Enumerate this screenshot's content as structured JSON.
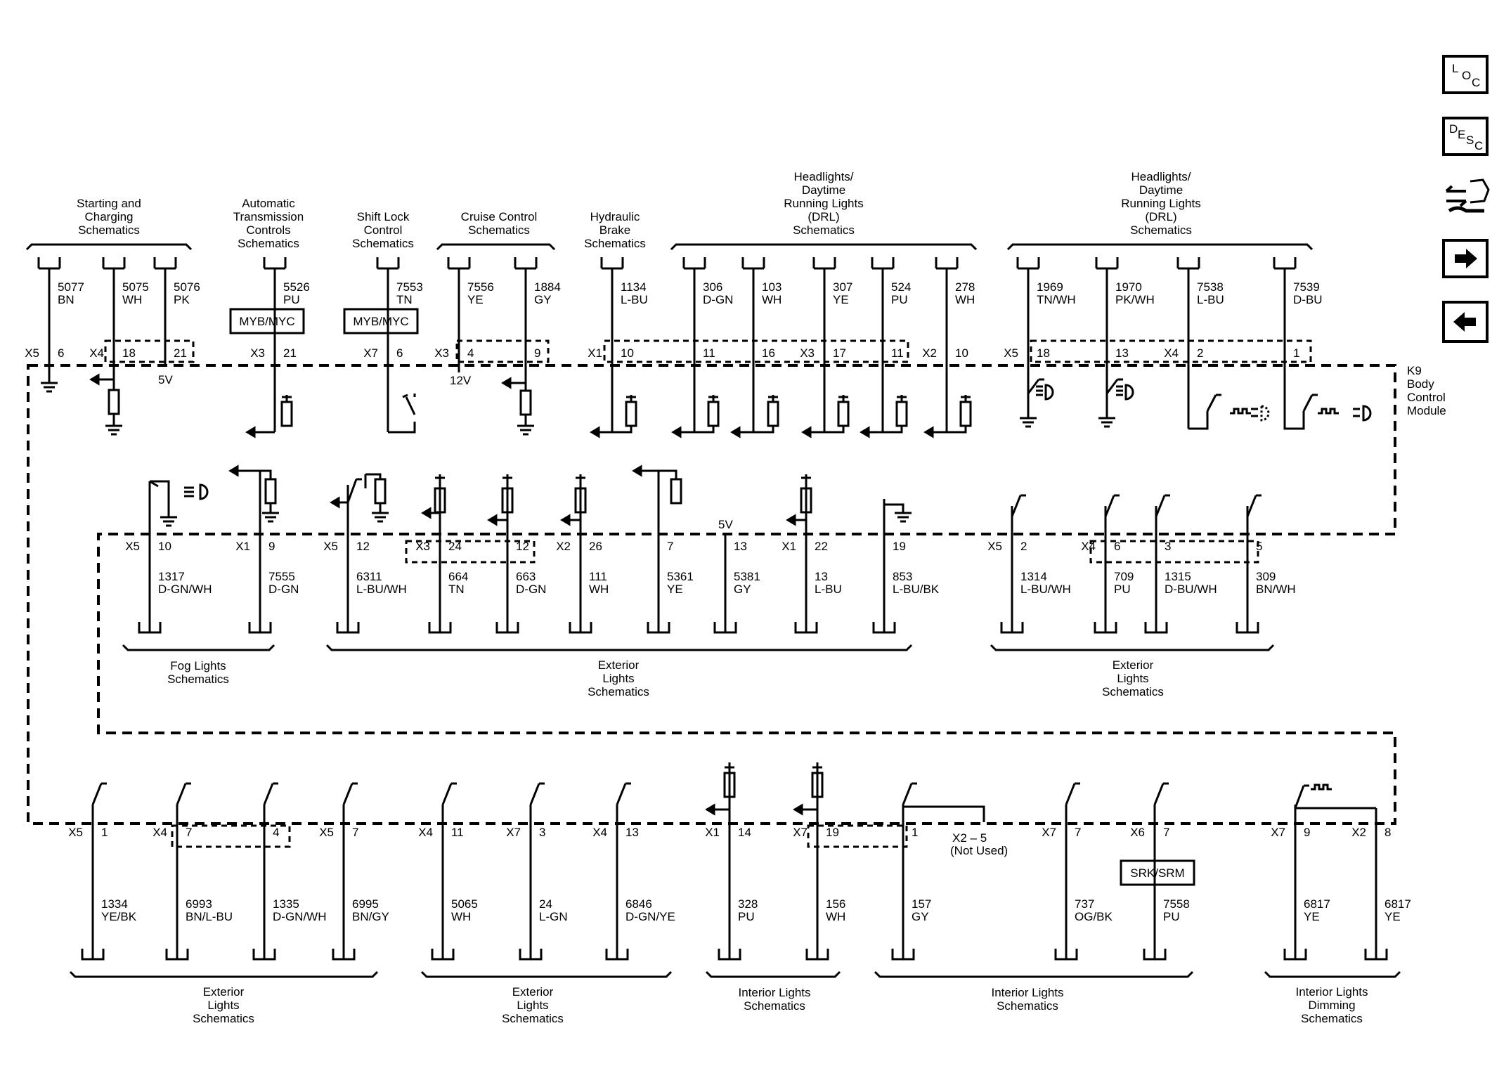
{
  "module": {
    "ref": "K9",
    "line1": "Body",
    "line2": "Control",
    "line3": "Module"
  },
  "nav": {
    "loc": [
      "L",
      "O",
      "C"
    ],
    "desc": [
      "D",
      "E",
      "S",
      "C"
    ],
    "icons": [
      "connector-pinout-icon",
      "arrow-right-icon",
      "arrow-left-icon"
    ]
  },
  "headers": {
    "starting": [
      "Starting and",
      "Charging",
      "Schematics"
    ],
    "auto_trans": [
      "Automatic",
      "Transmission",
      "Controls",
      "Schematics"
    ],
    "shift_lock": [
      "Shift Lock",
      "Control",
      "Schematics"
    ],
    "cruise": [
      "Cruise Control",
      "Schematics"
    ],
    "hyd_brake": [
      "Hydraulic",
      "Brake",
      "Schematics"
    ],
    "drl1": [
      "Headlights/",
      "Daytime",
      "Running Lights",
      "(DRL)",
      "Schematics"
    ],
    "drl2": [
      "Headlights/",
      "Daytime",
      "Running Lights",
      "(DRL)",
      "Schematics"
    ],
    "fog": [
      "Fog Lights",
      "Schematics"
    ],
    "ext1": [
      "Exterior",
      "Lights",
      "Schematics"
    ],
    "ext2": [
      "Exterior",
      "Lights",
      "Schematics"
    ],
    "ext3": [
      "Exterior",
      "Lights",
      "Schematics"
    ],
    "ext4": [
      "Exterior",
      "Lights",
      "Schematics"
    ],
    "int1": [
      "Interior Lights",
      "Schematics"
    ],
    "int2": [
      "Interior Lights",
      "Schematics"
    ],
    "dim": [
      "Interior Lights",
      "Dimming",
      "Schematics"
    ]
  },
  "option_boxes": [
    "MYB/MYC",
    "MYB/MYC",
    "SRK/SRM"
  ],
  "voltages": [
    "5V",
    "12V",
    "5V"
  ],
  "not_used": [
    "X2 – 5",
    "(Not Used)"
  ],
  "circuits_top": [
    {
      "conn": "X5",
      "pin": "6",
      "num": "5077",
      "color": "BN"
    },
    {
      "conn": "X4",
      "pin": "18",
      "num": "5075",
      "color": "WH"
    },
    {
      "conn": "",
      "pin": "21",
      "num": "5076",
      "color": "PK"
    },
    {
      "conn": "X3",
      "pin": "21",
      "num": "5526",
      "color": "PU"
    },
    {
      "conn": "X7",
      "pin": "6",
      "num": "7553",
      "color": "TN"
    },
    {
      "conn": "X3",
      "pin": "4",
      "num": "7556",
      "color": "YE"
    },
    {
      "conn": "",
      "pin": "9",
      "num": "1884",
      "color": "GY"
    },
    {
      "conn": "X1",
      "pin": "10",
      "num": "1134",
      "color": "L-BU"
    },
    {
      "conn": "",
      "pin": "11",
      "num": "306",
      "color": "D-GN"
    },
    {
      "conn": "",
      "pin": "16",
      "num": "103",
      "color": "WH"
    },
    {
      "conn": "X3",
      "pin": "17",
      "num": "307",
      "color": "YE"
    },
    {
      "conn": "",
      "pin": "11",
      "num": "524",
      "color": "PU"
    },
    {
      "conn": "X2",
      "pin": "10",
      "num": "278",
      "color": "WH"
    },
    {
      "conn": "X5",
      "pin": "18",
      "num": "1969",
      "color": "TN/WH"
    },
    {
      "conn": "",
      "pin": "13",
      "num": "1970",
      "color": "PK/WH"
    },
    {
      "conn": "X4",
      "pin": "2",
      "num": "7538",
      "color": "L-BU"
    },
    {
      "conn": "",
      "pin": "1",
      "num": "7539",
      "color": "D-BU"
    }
  ],
  "circuits_mid": [
    {
      "conn": "X5",
      "pin": "10",
      "num": "1317",
      "color": "D-GN/WH"
    },
    {
      "conn": "X1",
      "pin": "9",
      "num": "7555",
      "color": "D-GN"
    },
    {
      "conn": "X5",
      "pin": "12",
      "num": "6311",
      "color": "L-BU/WH"
    },
    {
      "conn": "X3",
      "pin": "24",
      "num": "664",
      "color": "TN"
    },
    {
      "conn": "",
      "pin": "12",
      "num": "663",
      "color": "D-GN"
    },
    {
      "conn": "X2",
      "pin": "26",
      "num": "111",
      "color": "WH"
    },
    {
      "conn": "",
      "pin": "7",
      "num": "5361",
      "color": "YE"
    },
    {
      "conn": "",
      "pin": "13",
      "num": "5381",
      "color": "GY"
    },
    {
      "conn": "X1",
      "pin": "22",
      "num": "13",
      "color": "L-BU"
    },
    {
      "conn": "",
      "pin": "19",
      "num": "853",
      "color": "L-BU/BK"
    },
    {
      "conn": "X5",
      "pin": "2",
      "num": "1314",
      "color": "L-BU/WH"
    },
    {
      "conn": "X4",
      "pin": "6",
      "num": "709",
      "color": "PU"
    },
    {
      "conn": "",
      "pin": "3",
      "num": "1315",
      "color": "D-BU/WH"
    },
    {
      "conn": "",
      "pin": "5",
      "num": "309",
      "color": "BN/WH"
    }
  ],
  "circuits_bot": [
    {
      "conn": "X5",
      "pin": "1",
      "num": "1334",
      "color": "YE/BK"
    },
    {
      "conn": "X4",
      "pin": "7",
      "num": "6993",
      "color": "BN/L-BU"
    },
    {
      "conn": "",
      "pin": "4",
      "num": "1335",
      "color": "D-GN/WH"
    },
    {
      "conn": "X5",
      "pin": "7",
      "num": "6995",
      "color": "BN/GY"
    },
    {
      "conn": "X4",
      "pin": "11",
      "num": "5065",
      "color": "WH"
    },
    {
      "conn": "X7",
      "pin": "3",
      "num": "24",
      "color": "L-GN"
    },
    {
      "conn": "X4",
      "pin": "13",
      "num": "6846",
      "color": "D-GN/YE"
    },
    {
      "conn": "X1",
      "pin": "14",
      "num": "328",
      "color": "PU"
    },
    {
      "conn": "X7",
      "pin": "19",
      "num": "156",
      "color": "WH"
    },
    {
      "conn": "",
      "pin": "1",
      "num": "157",
      "color": "GY"
    },
    {
      "conn": "X7",
      "pin": "7",
      "num": "737",
      "color": "OG/BK"
    },
    {
      "conn": "X6",
      "pin": "7",
      "num": "7558",
      "color": "PU"
    },
    {
      "conn": "X7",
      "pin": "9",
      "num": "6817",
      "color": "YE"
    },
    {
      "conn": "X2",
      "pin": "8",
      "num": "6817",
      "color": "YE"
    }
  ]
}
